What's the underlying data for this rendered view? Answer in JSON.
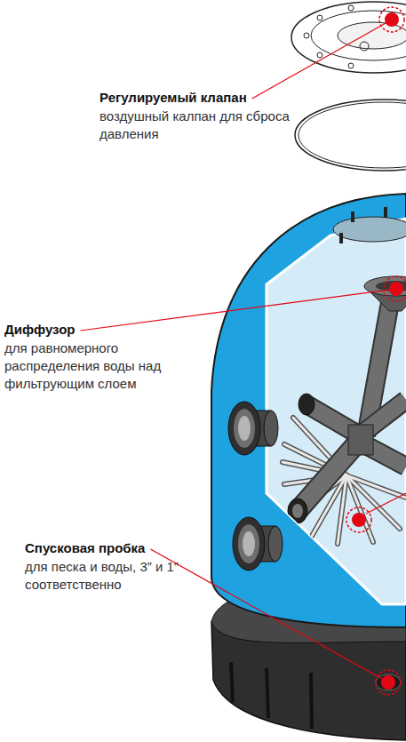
{
  "diagram": {
    "labels": [
      "Регулируемый клапан",
      "воздушный калпан для сброса давления",
      "Диффузор",
      "для равномерного распределения воды над фильтрующим слоем",
      "Спусковая пробка",
      "для песка и воды, 3” и 1” соответственно"
    ]
  }
}
